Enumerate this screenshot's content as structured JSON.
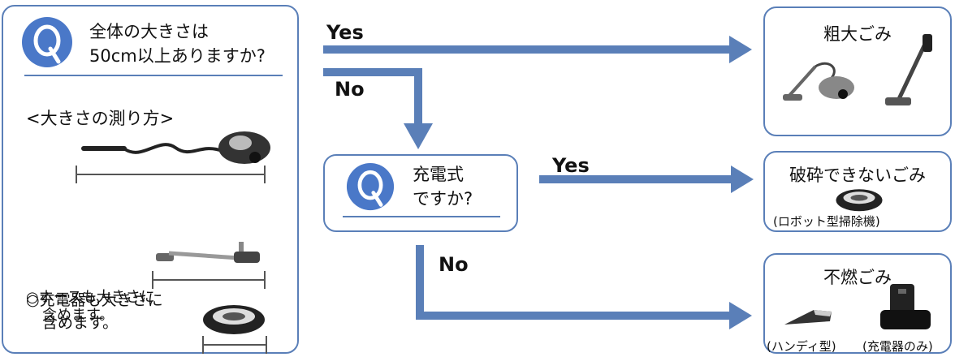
{
  "question1": {
    "line1": "全体の大きさは",
    "line2": "50cm以上ありますか?",
    "measure_heading": "<大きさの測り方>",
    "note1_line1": "○ホースも大きさに",
    "note1_line2": "含めます。",
    "note2_line1": "○充電器も大きさに",
    "note2_line2": "含めます。"
  },
  "question2": {
    "line1": "充電式",
    "line2": "ですか?"
  },
  "branches": {
    "yes1": "Yes",
    "no1": "No",
    "yes2": "Yes",
    "no2": "No"
  },
  "results": {
    "oversized": {
      "title": "粗大ごみ"
    },
    "non_crushable": {
      "title": "破砕できないごみ",
      "caption": "(ロボット型掃除機)"
    },
    "non_burnable": {
      "title": "不燃ごみ",
      "caption_left": "(ハンディ型)",
      "caption_right": "(充電器のみ)"
    }
  },
  "icons": {
    "q_icon": "q-badge-icon",
    "canister_vacuum": "canister-vacuum-icon",
    "stick_vacuum": "stick-vacuum-icon",
    "robot_vacuum": "robot-vacuum-icon",
    "handheld_vacuum": "handheld-vacuum-icon",
    "charger_dock": "charger-dock-icon"
  },
  "colors": {
    "accent_blue": "#5a7fb8",
    "badge_blue": "#4a78c8"
  }
}
